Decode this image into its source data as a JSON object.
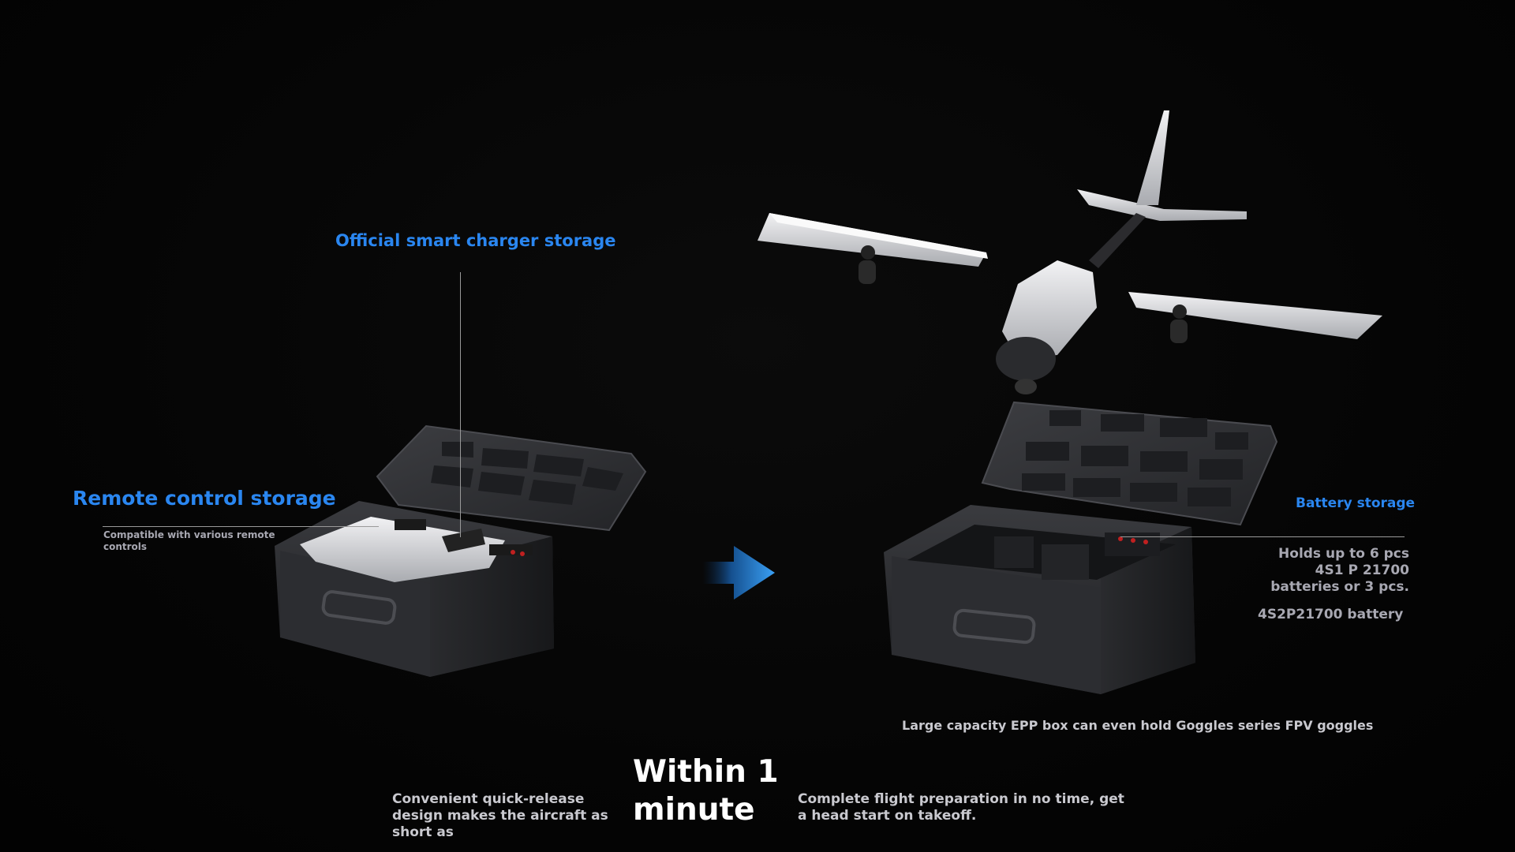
{
  "callouts": {
    "charger": "Official smart charger storage",
    "remote": "Remote control storage",
    "remote_sub": "Compatible with various remote controls",
    "battery": "Battery storage",
    "battery_desc": "Holds up to 6 pcs 4S1 P 21700 batteries or 3 pcs.",
    "battery_type": "4S2P21700 battery",
    "epp": "Large capacity EPP box can even hold Goggles series FPV goggles"
  },
  "bottom": {
    "left_text": "Convenient quick-release design makes the aircraft as short as",
    "headline": "Within 1 minute",
    "right_text": "Complete flight preparation in no time, get a head start on takeoff."
  },
  "colors": {
    "accent_blue": "#2a86f0",
    "background": "#050505",
    "case_body": "#2f3033",
    "arrow_start": "#0a2444",
    "arrow_end": "#3aa0f5"
  },
  "icons": {
    "arrow": "arrow-right-icon"
  }
}
